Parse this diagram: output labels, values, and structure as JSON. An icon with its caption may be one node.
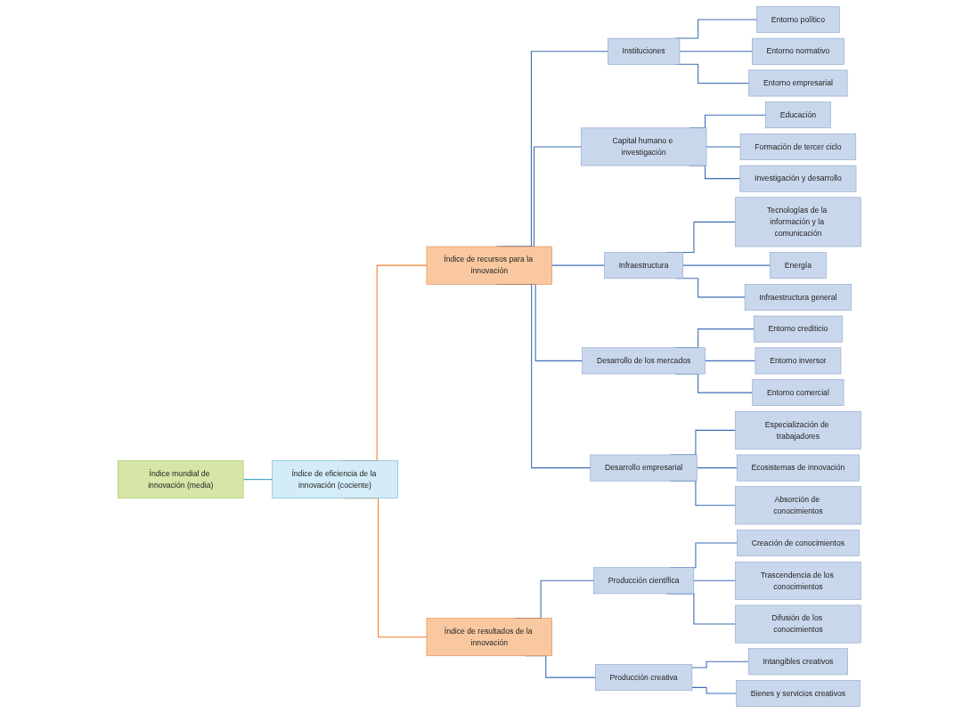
{
  "diagram": {
    "nodes": [
      {
        "text": [
          "Índice mundial de innovación (media)"
        ]
      },
      {
        "text": [
          "Índice de eficiencia de la innovación (cociente)"
        ]
      },
      {
        "text": [
          "Índice de recursos para la innovación"
        ]
      },
      {
        "text": [
          "Índice de resultados de la innovación"
        ]
      },
      {
        "text": [
          "Instituciones"
        ]
      },
      {
        "text": [
          "Capital humano e investigación"
        ]
      },
      {
        "text": [
          "Infraestructura"
        ]
      },
      {
        "text": [
          "Desarrollo de los mercados"
        ]
      },
      {
        "text": [
          "Desarrollo empresarial"
        ]
      },
      {
        "text": [
          "Producción científica"
        ]
      },
      {
        "text": [
          "Producción creativa"
        ]
      },
      {
        "text": [
          "Entorno político"
        ]
      },
      {
        "text": [
          "Entorno normativo"
        ]
      },
      {
        "text": [
          "Entorno empresarial"
        ]
      },
      {
        "text": [
          "Educación"
        ]
      },
      {
        "text": [
          "Formación de tercer ciclo"
        ]
      },
      {
        "text": [
          "Investigación y desarrollo"
        ]
      },
      {
        "text": [
          "Tecnologías de la información y la comunicación"
        ]
      },
      {
        "text": [
          "Energía"
        ]
      },
      {
        "text": [
          "Infraestructura general"
        ]
      },
      {
        "text": [
          "Entorno crediticio"
        ]
      },
      {
        "text": [
          "Entorno inversor"
        ]
      },
      {
        "text": [
          "Entorno comercial"
        ]
      },
      {
        "text": [
          "Especialización de trabajadores"
        ]
      },
      {
        "text": [
          "Ecosistemas de innovación"
        ]
      },
      {
        "text": [
          "Absorción de conocimientos"
        ]
      },
      {
        "text": [
          "Creación de conocimientos"
        ]
      },
      {
        "text": [
          "Trascendencia de los conocimientos"
        ]
      },
      {
        "text": [
          "Difusión de los conocimientos"
        ]
      },
      {
        "text": [
          "Intangibles creativos"
        ]
      },
      {
        "text": [
          "Bienes y servicios creativos"
        ]
      }
    ],
    "edges": [
      {
        "from": 0,
        "to": 1,
        "arrow": "none",
        "color": "#4aa8c8"
      },
      {
        "from": 1,
        "to": 2,
        "arrow": "none",
        "color": "#f07f30"
      },
      {
        "from": 1,
        "to": 3,
        "arrow": "none",
        "color": "#f07f30"
      },
      {
        "from": 2,
        "to": 4,
        "arrow": "none"
      },
      {
        "from": 2,
        "to": 5,
        "arrow": "none"
      },
      {
        "from": 2,
        "to": 6,
        "arrow": "none"
      },
      {
        "from": 2,
        "to": 7,
        "arrow": "none"
      },
      {
        "from": 2,
        "to": 8,
        "arrow": "none"
      },
      {
        "from": 3,
        "to": 9,
        "arrow": "none"
      },
      {
        "from": 3,
        "to": 10,
        "arrow": "none"
      },
      {
        "from": 4,
        "to": 11,
        "arrow": "none"
      },
      {
        "from": 4,
        "to": 12,
        "arrow": "none"
      },
      {
        "from": 4,
        "to": 13,
        "arrow": "none"
      },
      {
        "from": 5,
        "to": 14,
        "arrow": "none"
      },
      {
        "from": 5,
        "to": 15,
        "arrow": "none"
      },
      {
        "from": 5,
        "to": 16,
        "arrow": "none"
      },
      {
        "from": 6,
        "to": 17,
        "arrow": "none"
      },
      {
        "from": 6,
        "to": 18,
        "arrow": "none"
      },
      {
        "from": 6,
        "to": 19,
        "arrow": "none"
      },
      {
        "from": 7,
        "to": 20,
        "arrow": "none"
      },
      {
        "from": 7,
        "to": 21,
        "arrow": "none"
      },
      {
        "from": 7,
        "to": 22,
        "arrow": "none"
      },
      {
        "from": 8,
        "to": 23,
        "arrow": "none"
      },
      {
        "from": 8,
        "to": 24,
        "arrow": "none"
      },
      {
        "from": 8,
        "to": 25,
        "arrow": "none"
      },
      {
        "from": 9,
        "to": 26,
        "arrow": "none"
      },
      {
        "from": 9,
        "to": 27,
        "arrow": "none"
      },
      {
        "from": 9,
        "to": 28,
        "arrow": "none"
      },
      {
        "from": 10,
        "to": 29,
        "arrow": "none"
      },
      {
        "from": 10,
        "to": 30,
        "arrow": "none"
      }
    ]
  }
}
